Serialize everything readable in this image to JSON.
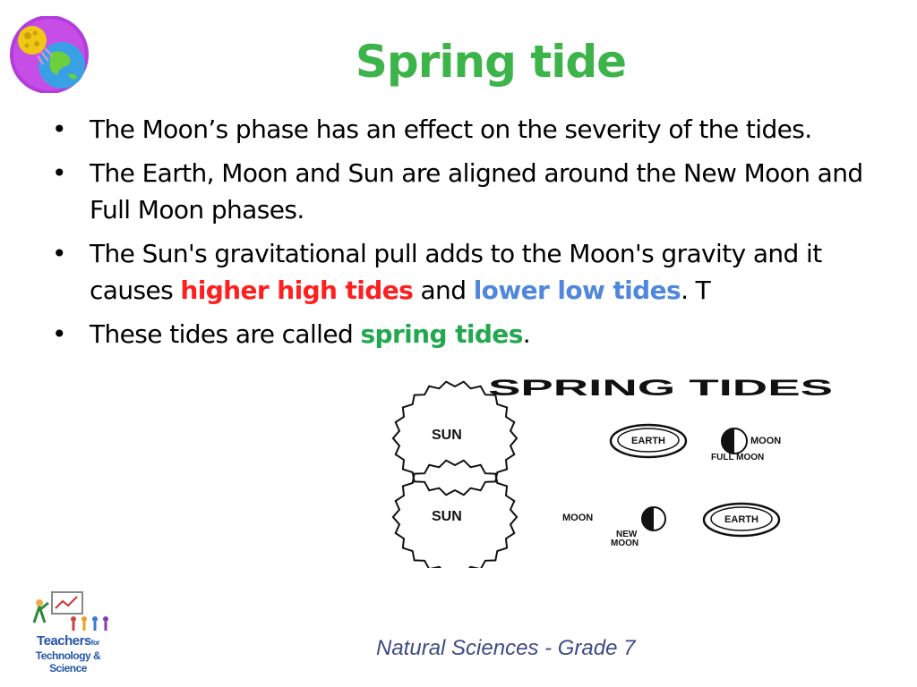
{
  "slide": {
    "title": "Spring tide",
    "bullets": [
      {
        "parts": [
          {
            "text": "The Moon’s phase has an effect on the severity of the tides."
          }
        ]
      },
      {
        "parts": [
          {
            "text": "The  Earth, Moon and Sun are aligned around the New Moon and Full Moon phases."
          }
        ]
      },
      {
        "parts": [
          {
            "text": "The Sun's gravitational pull adds to the Moon's gravity and it causes "
          },
          {
            "text": "higher high tides",
            "style": "red"
          },
          {
            "text": " and "
          },
          {
            "text": "lower low tides",
            "style": "blue"
          },
          {
            "text": ". T"
          }
        ]
      },
      {
        "parts": [
          {
            "text": "These tides are called "
          },
          {
            "text": "spring tides",
            "style": "green"
          },
          {
            "text": "."
          }
        ]
      }
    ],
    "bullet_symbol": "•",
    "footer": "Natural Sciences - Grade 7"
  },
  "diagram": {
    "heading": "SPRING TIDES",
    "top_row": {
      "sun": "SUN",
      "earth": "EARTH",
      "moon": "MOON",
      "moon_phase": "FULL MOON"
    },
    "bottom_row": {
      "sun": "SUN",
      "moon": "MOON",
      "moon_phase_line1": "NEW",
      "moon_phase_line2": "MOON",
      "earth": "EARTH"
    }
  },
  "logo": {
    "line1": "Teachers",
    "line1_small": "for",
    "line2": "Technology & Science"
  },
  "colors": {
    "title": "#3cb44a",
    "higher_high_tides": "#ff1f1f",
    "lower_low_tides": "#4f87dc",
    "spring_tides": "#22a84f",
    "footer": "#3e4b86",
    "logo_circle": "#b43cdc"
  }
}
